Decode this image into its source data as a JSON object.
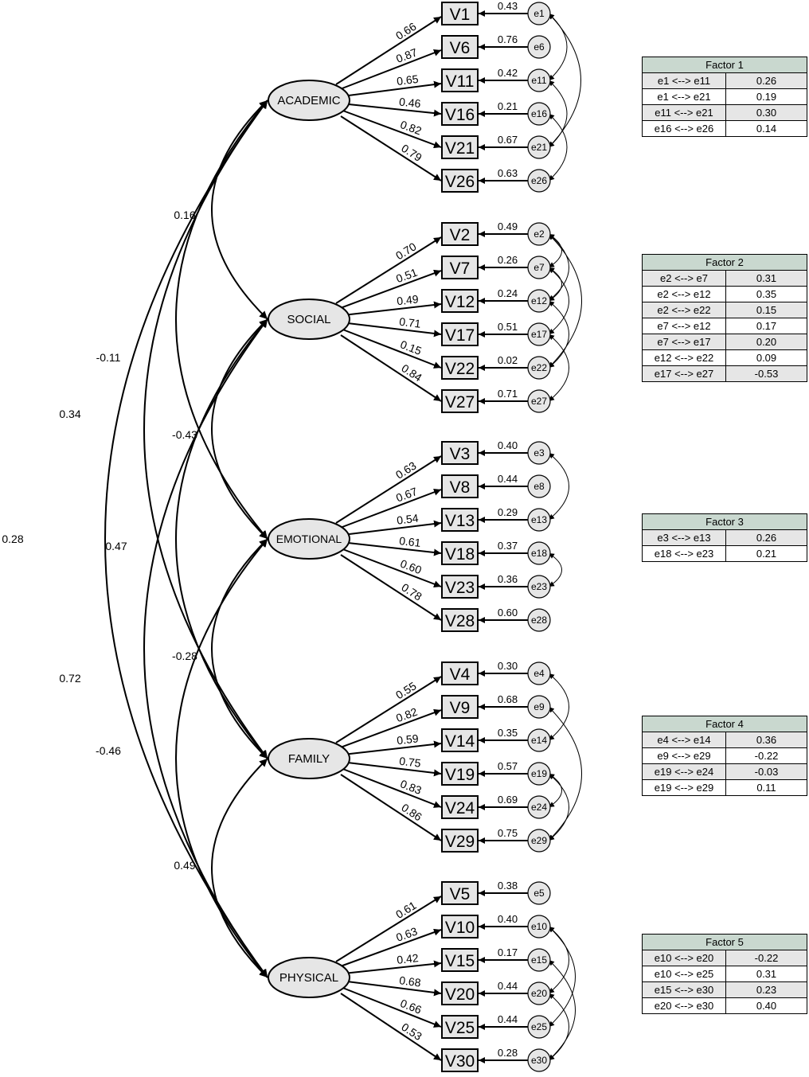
{
  "factors": [
    {
      "name": "ACADEMIC",
      "items": [
        {
          "label": "V1",
          "loading": "0.66",
          "error": "e1",
          "error_value": "0.43"
        },
        {
          "label": "V6",
          "loading": "0.87",
          "error": "e6",
          "error_value": "0.76"
        },
        {
          "label": "V11",
          "loading": "0.65",
          "error": "e11",
          "error_value": "0.42"
        },
        {
          "label": "V16",
          "loading": "0.46",
          "error": "e16",
          "error_value": "0.21"
        },
        {
          "label": "V21",
          "loading": "0.82",
          "error": "e21",
          "error_value": "0.67"
        },
        {
          "label": "V26",
          "loading": "0.79",
          "error": "e26",
          "error_value": "0.63"
        }
      ]
    },
    {
      "name": "SOCIAL",
      "items": [
        {
          "label": "V2",
          "loading": "0.70",
          "error": "e2",
          "error_value": "0.49"
        },
        {
          "label": "V7",
          "loading": "0.51",
          "error": "e7",
          "error_value": "0.26"
        },
        {
          "label": "V12",
          "loading": "0.49",
          "error": "e12",
          "error_value": "0.24"
        },
        {
          "label": "V17",
          "loading": "0.71",
          "error": "e17",
          "error_value": "0.51"
        },
        {
          "label": "V22",
          "loading": "0.15",
          "error": "e22",
          "error_value": "0.02"
        },
        {
          "label": "V27",
          "loading": "0.84",
          "error": "e27",
          "error_value": "0.71"
        }
      ]
    },
    {
      "name": "EMOTIONAL",
      "items": [
        {
          "label": "V3",
          "loading": "0.63",
          "error": "e3",
          "error_value": "0.40"
        },
        {
          "label": "V8",
          "loading": "0.67",
          "error": "e8",
          "error_value": "0.44"
        },
        {
          "label": "V13",
          "loading": "0.54",
          "error": "e13",
          "error_value": "0.29"
        },
        {
          "label": "V18",
          "loading": "0.61",
          "error": "e18",
          "error_value": "0.37"
        },
        {
          "label": "V23",
          "loading": "0.60",
          "error": "e23",
          "error_value": "0.36"
        },
        {
          "label": "V28",
          "loading": "0.78",
          "error": "e28",
          "error_value": "0.60"
        }
      ]
    },
    {
      "name": "FAMILY",
      "items": [
        {
          "label": "V4",
          "loading": "0.55",
          "error": "e4",
          "error_value": "0.30"
        },
        {
          "label": "V9",
          "loading": "0.82",
          "error": "e9",
          "error_value": "0.68"
        },
        {
          "label": "V14",
          "loading": "0.59",
          "error": "e14",
          "error_value": "0.35"
        },
        {
          "label": "V19",
          "loading": "0.75",
          "error": "e19",
          "error_value": "0.57"
        },
        {
          "label": "V24",
          "loading": "0.83",
          "error": "e24",
          "error_value": "0.69"
        },
        {
          "label": "V29",
          "loading": "0.86",
          "error": "e29",
          "error_value": "0.75"
        }
      ]
    },
    {
      "name": "PHYSICAL",
      "items": [
        {
          "label": "V5",
          "loading": "0.61",
          "error": "e5",
          "error_value": "0.38"
        },
        {
          "label": "V10",
          "loading": "0.63",
          "error": "e10",
          "error_value": "0.40"
        },
        {
          "label": "V15",
          "loading": "0.42",
          "error": "e15",
          "error_value": "0.17"
        },
        {
          "label": "V20",
          "loading": "0.68",
          "error": "e20",
          "error_value": "0.44"
        },
        {
          "label": "V25",
          "loading": "0.66",
          "error": "e25",
          "error_value": "0.44"
        },
        {
          "label": "V30",
          "loading": "0.53",
          "error": "e30",
          "error_value": "0.28"
        }
      ]
    }
  ],
  "factor_correlations": [
    {
      "from": "ACADEMIC",
      "to": "SOCIAL",
      "value": "0.16"
    },
    {
      "from": "ACADEMIC",
      "to": "EMOTIONAL",
      "value": "-0.11"
    },
    {
      "from": "ACADEMIC",
      "to": "FAMILY",
      "value": "0.34"
    },
    {
      "from": "ACADEMIC",
      "to": "PHYSICAL",
      "value": "0.28"
    },
    {
      "from": "SOCIAL",
      "to": "EMOTIONAL",
      "value": "-0.43"
    },
    {
      "from": "SOCIAL",
      "to": "FAMILY",
      "value": "0.47"
    },
    {
      "from": "SOCIAL",
      "to": "PHYSICAL",
      "value": "0.72"
    },
    {
      "from": "EMOTIONAL",
      "to": "FAMILY",
      "value": "-0.28"
    },
    {
      "from": "EMOTIONAL",
      "to": "PHYSICAL",
      "value": "-0.46"
    },
    {
      "from": "FAMILY",
      "to": "PHYSICAL",
      "value": "0.49"
    }
  ],
  "error_covariance_tables": [
    {
      "title": "Factor 1",
      "rows": [
        {
          "pair": "e1 <--> e11",
          "value": "0.26"
        },
        {
          "pair": "e1 <--> e21",
          "value": "0.19"
        },
        {
          "pair": "e11 <--> e21",
          "value": "0.30"
        },
        {
          "pair": "e16 <--> e26",
          "value": "0.14"
        }
      ]
    },
    {
      "title": "Factor 2",
      "rows": [
        {
          "pair": "e2 <--> e7",
          "value": "0.31"
        },
        {
          "pair": "e2 <--> e12",
          "value": "0.35"
        },
        {
          "pair": "e2 <--> e22",
          "value": "0.15"
        },
        {
          "pair": "e7 <--> e12",
          "value": "0.17"
        },
        {
          "pair": "e7 <--> e17",
          "value": "0.20"
        },
        {
          "pair": "e12 <--> e22",
          "value": "0.09"
        },
        {
          "pair": "e17 <--> e27",
          "value": "-0.53"
        }
      ]
    },
    {
      "title": "Factor 3",
      "rows": [
        {
          "pair": "e3 <--> e13",
          "value": "0.26"
        },
        {
          "pair": "e18 <--> e23",
          "value": "0.21"
        }
      ]
    },
    {
      "title": "Factor 4",
      "rows": [
        {
          "pair": "e4 <--> e14",
          "value": "0.36"
        },
        {
          "pair": "e9 <--> e29",
          "value": "-0.22"
        },
        {
          "pair": "e19 <--> e24",
          "value": "-0.03"
        },
        {
          "pair": "e19 <--> e29",
          "value": "0.11"
        }
      ]
    },
    {
      "title": "Factor 5",
      "rows": [
        {
          "pair": "e10 <--> e20",
          "value": "-0.22"
        },
        {
          "pair": "e10 <--> e25",
          "value": "0.31"
        },
        {
          "pair": "e15 <--> e30",
          "value": "0.23"
        },
        {
          "pair": "e20 <--> e30",
          "value": "0.40"
        }
      ]
    }
  ]
}
